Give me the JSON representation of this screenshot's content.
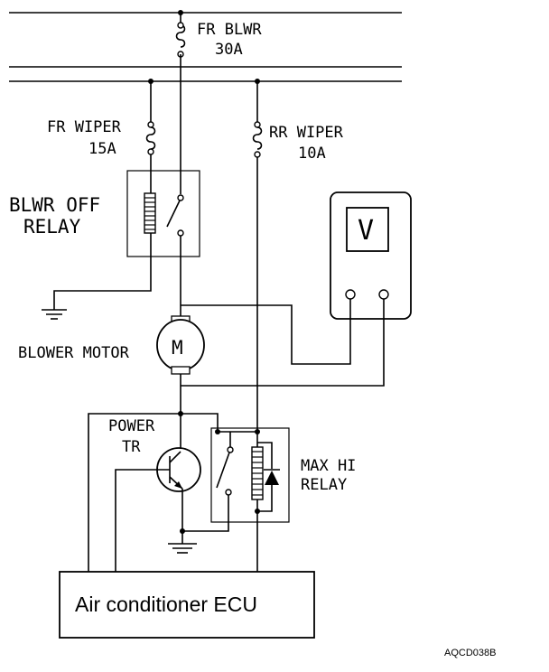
{
  "labels": {
    "fr_blwr_fuse": "FR BLWR",
    "fr_blwr_rating": "30A",
    "fr_wiper_fuse": "FR WIPER",
    "fr_wiper_rating": "15A",
    "rr_wiper_fuse": "RR WIPER",
    "rr_wiper_rating": "10A",
    "blwr_off_relay_line1": "BLWR OFF",
    "blwr_off_relay_line2": "RELAY",
    "blower_motor": "BLOWER MOTOR",
    "motor_symbol": "M",
    "voltmeter_symbol": "V",
    "power_tr_line1": "POWER",
    "power_tr_line2": "TR",
    "max_hi_relay_line1": "MAX HI",
    "max_hi_relay_line2": "RELAY",
    "ecu": "Air conditioner ECU",
    "figure_code": "AQCD038B"
  }
}
